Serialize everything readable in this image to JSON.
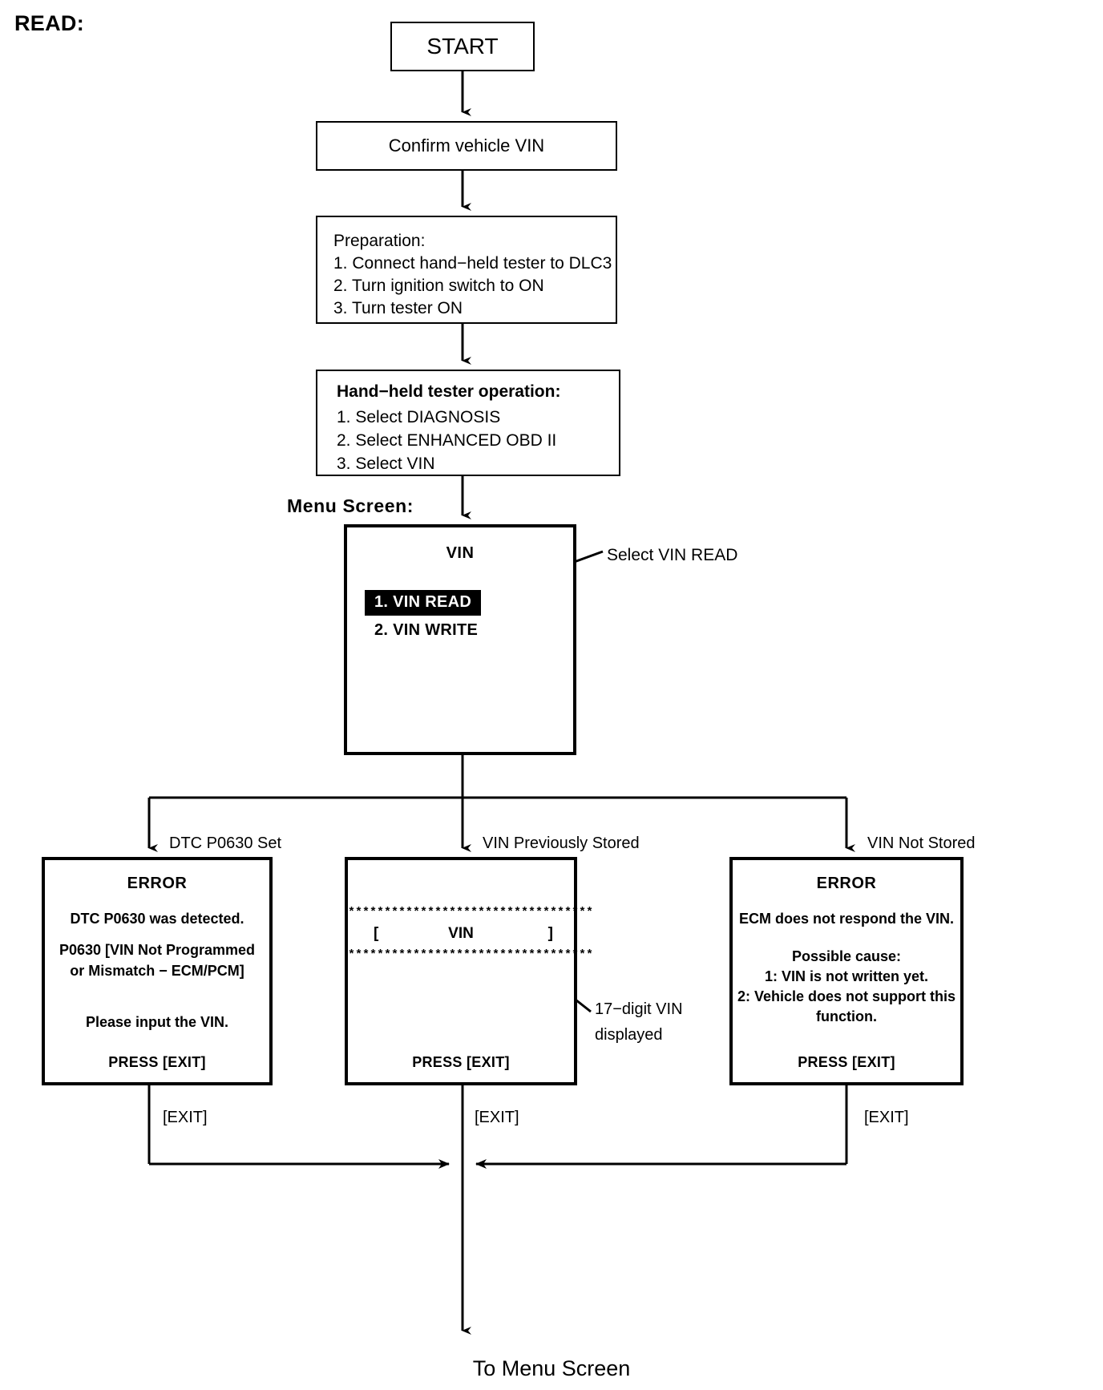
{
  "page": {
    "title": "READ:",
    "footer": "To Menu Screen"
  },
  "flow": {
    "start": "START",
    "confirm_vin": "Confirm vehicle VIN",
    "preparation": "Preparation:\n1. Connect hand−held tester to DLC3\n2. Turn ignition switch to ON\n3. Turn tester ON",
    "tester_operation_heading": "Hand−held tester operation:",
    "tester_operation_steps": "1. Select DIAGNOSIS\n2. Select ENHANCED OBD II\n3. Select VIN",
    "menu_screen_label": "Menu Screen:"
  },
  "menu_screen": {
    "title": "VIN",
    "items": [
      {
        "label": "1. VIN READ",
        "selected": true
      },
      {
        "label": "2. VIN WRITE",
        "selected": false
      }
    ],
    "annotation": "Select VIN READ"
  },
  "branches": [
    {
      "name": "dtc-set",
      "label": "DTC P0630 Set"
    },
    {
      "name": "vin-stored",
      "label": "VIN Previously Stored"
    },
    {
      "name": "vin-not-stored",
      "label": "VIN Not Stored"
    }
  ],
  "screens": {
    "left": {
      "title": "ERROR",
      "line1": "DTC P0630 was detected.",
      "line2": "P0630  [VIN Not Programmed",
      "line3": "or Mismatch − ECM/PCM]",
      "line4": "Please input the VIN.",
      "press": "PRESS [EXIT]"
    },
    "middle": {
      "stars": "**********************************",
      "bracket_open": "[",
      "vin_word": "VIN",
      "bracket_close": "]",
      "press": "PRESS [EXIT]",
      "annotation_line1": "17−digit VIN",
      "annotation_line2": "displayed"
    },
    "right": {
      "title": "ERROR",
      "line1": "ECM does not respond the VIN.",
      "line2": "Possible cause:",
      "line3": "1: VIN is not written yet.",
      "line4": "2: Vehicle does not support this",
      "line5": "function.",
      "press": "PRESS [EXIT]"
    }
  },
  "exit_labels": {
    "left": "[EXIT]",
    "middle": "[EXIT]",
    "right": "[EXIT]"
  },
  "colors": {
    "ink": "#000000",
    "paper": "#ffffff",
    "highlight_bg": "#000000",
    "highlight_fg": "#ffffff"
  }
}
